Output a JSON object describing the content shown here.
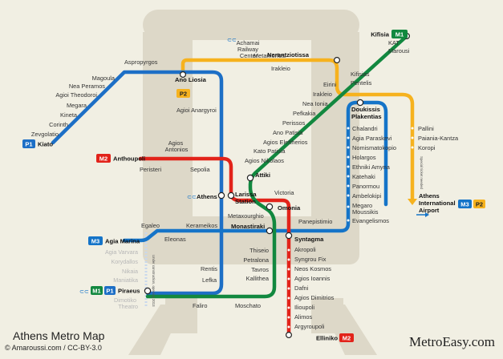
{
  "title": "Athens Metro Map",
  "copyright": "© Amaroussi.com / CC-BY-3.0",
  "brand": "MetroEasy.com",
  "colors": {
    "m1": "#12883f",
    "m2": "#e2231a",
    "m3": "#1574c8",
    "proastiakos": "#f6b21e",
    "future": "#c9d8ec",
    "background": "#f1efe3",
    "watermark": "#dcd7c7"
  },
  "badges": {
    "m1": "M1",
    "m2": "M2",
    "m3": "M3",
    "p1": "P1",
    "p2": "P2"
  },
  "termini": {
    "kifisia": "Kifisia",
    "kiato": "Kiato",
    "anthoupoli": "Anthoupoli",
    "agia_marina": "Agia Marina",
    "piraeus": "Piraeus",
    "elliniko": "Elliniko",
    "airport": "Athens International Airport",
    "ano_liosia": "Ano Liosia"
  },
  "interchanges": {
    "doukissis": "Doukissis Plakentias",
    "attiki": "Attiki",
    "athens": "Athens",
    "larissa": "Larissa Station",
    "omonia": "Omonia",
    "monastiraki": "Monastiraki",
    "syntagma": "Syntagma",
    "nerantziotissa": "Nerantziotissa"
  },
  "stations": {
    "kat": "KAT",
    "marousi": "Marousi",
    "kifisias": "Kifisias",
    "pentelis": "Pentelis",
    "irakleio_p": "Irakleio",
    "metamorfosi": "Metamorfosi",
    "achamai": "Achamai Railway Center",
    "aspropyrgos": "Aspropyrgos",
    "magoula": "Magoula",
    "nea_peramos": "Nea Peramos",
    "agioi_theodoroi": "Agioi Theodoroi",
    "megara": "Megara",
    "kineta": "Kineta",
    "corinth": "Corinth",
    "zevgolatio": "Zevgolatio",
    "eirini": "Eirini",
    "irakleio_m": "Irakleio",
    "nea_ionia": "Nea Ionia",
    "pefkakia": "Pefkakia",
    "perissos": "Perissos",
    "ano_patisia": "Ano Patisia",
    "agios_eleftherios": "Agios Eleftherios",
    "kato_patisia": "Kato Patisia",
    "agios_nikolaos": "Agios Nikolaos",
    "agioi_anargyroi": "Agioi Anargyroi",
    "agios_antonios": "Agios Antonios",
    "peristeri": "Peristeri",
    "sepolia": "Sepolia",
    "victoria": "Victoria",
    "metaxourghio": "Metaxourghio",
    "panepistimio": "Panepistimio",
    "egaleo": "Egaleo",
    "eleonas": "Eleonas",
    "kerameikos": "Kerameikos",
    "agia_varvara": "Agia Varvara",
    "korydallos": "Korydallos",
    "nikaia": "Nikaia",
    "maniatika": "Maniatika",
    "dimotiko_theatro": "Dimotiko Theatro",
    "rentis": "Rentis",
    "lefka": "Lefka",
    "faliro": "Faliro",
    "moschato": "Moschato",
    "thiseio": "Thiseio",
    "petralona": "Petralona",
    "tavros": "Tavros",
    "kallithea": "Kallithea",
    "chalandri": "Chalandri",
    "agia_paraskevi": "Agia Paraskevi",
    "nomismatokopio": "Nomismatokopio",
    "holargos": "Holargos",
    "ethniki_amyna": "Ethniki Amyna",
    "katehaki": "Katehaki",
    "panormou": "Panormou",
    "ambelokipi": "Ambelokipi",
    "megaro_moussikis": "Megaro Moussikis",
    "evangelismos": "Evangelismos",
    "akropoli": "Akropoli",
    "syngrou_fix": "Syngrou Fix",
    "neos_kosmos": "Neos Kosmos",
    "agios_ioannis": "Agios Ioannis",
    "dafni": "Dafni",
    "agios_dimitrios": "Agios Dimitrios",
    "ilioupoli": "Ilioupoli",
    "alimos": "Alimos",
    "argyroupoli": "Argyroupoli",
    "pallini": "Pallini",
    "paiania_kantza": "Paiania-Kantza",
    "koropi": "Koropi"
  },
  "annotations": {
    "special_ticket": "Special ticket needed",
    "construction": "Under construction, opening 2013"
  }
}
